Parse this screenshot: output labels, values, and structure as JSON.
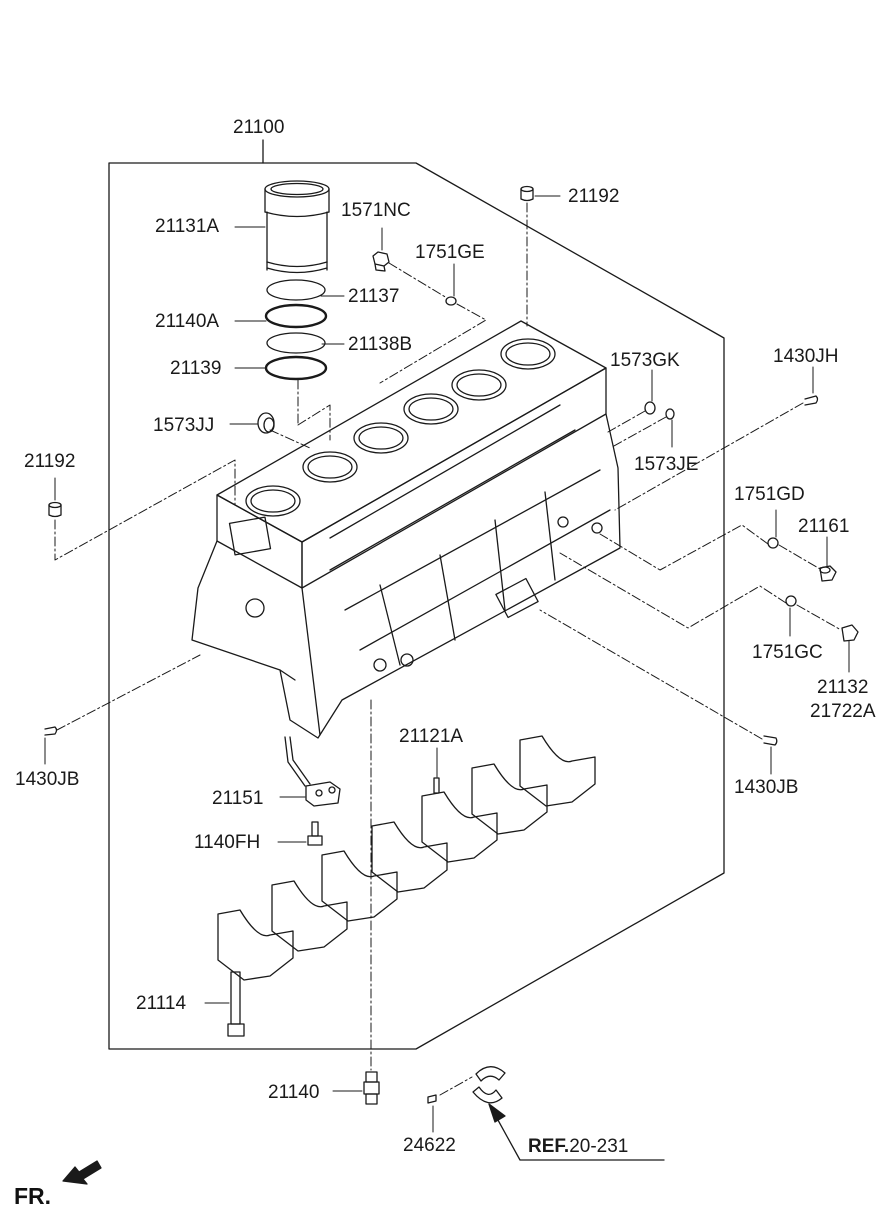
{
  "labels": {
    "block": "21100",
    "liner": "21131A",
    "plug_top": "1571NC",
    "gasket_top": "1751GE",
    "oring_21137": "21137",
    "oring_21140a": "21140A",
    "oring_21138b": "21138B",
    "oring_21139": "21139",
    "dowel_top": "21192",
    "dowel_left": "21192",
    "plug_1573jj": "1573JJ",
    "plug_1573gk": "1573GK",
    "plug_1573je": "1573JE",
    "pin_1430jh": "1430JH",
    "gasket_1751gd": "1751GD",
    "plug_21161": "21161",
    "gasket_1751gc": "1751GC",
    "plug_21132": "21132",
    "plug_21722a": "21722A",
    "pin_1430jb_left": "1430JB",
    "pin_1430jb_right": "1430JB",
    "bearing_cap": "21121A",
    "oil_jet": "21151",
    "bolt_1140fh": "1140FH",
    "cap_bolt": "21114",
    "drain_bolt": "21140",
    "thrust_pin": "24622",
    "ref_prefix": "REF.",
    "ref_number": "20-231",
    "front_indicator": "FR."
  }
}
